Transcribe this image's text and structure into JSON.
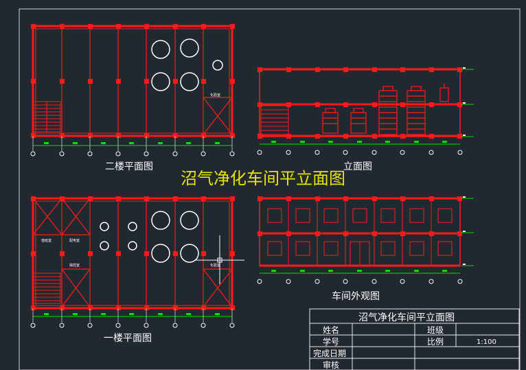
{
  "drawing": {
    "main_title": "沼气净化车间平立面图",
    "views": {
      "second_floor_plan": "二楼平面图",
      "elevation": "立面图",
      "first_floor_plan": "一楼平面图",
      "exterior_view": "车间外观图"
    },
    "room_labels": {
      "lab_top": "化验室",
      "lab_bottom": "化验室",
      "room_a": "值班室",
      "room_b": "配电室",
      "room_c": "操控室"
    }
  },
  "title_block": {
    "title": "沼气净化车间平立面图",
    "name_label": "姓名",
    "class_label": "班级",
    "student_id_label": "学号",
    "scale_label": "比例",
    "scale_value": "1:100",
    "completion_date_label": "完成日期",
    "review_label": "审核"
  },
  "colors": {
    "background": "#212830",
    "wall": "#ff1a1a",
    "equipment": "#ffffff",
    "dimension": "#00e000",
    "title": "#e6e600"
  }
}
